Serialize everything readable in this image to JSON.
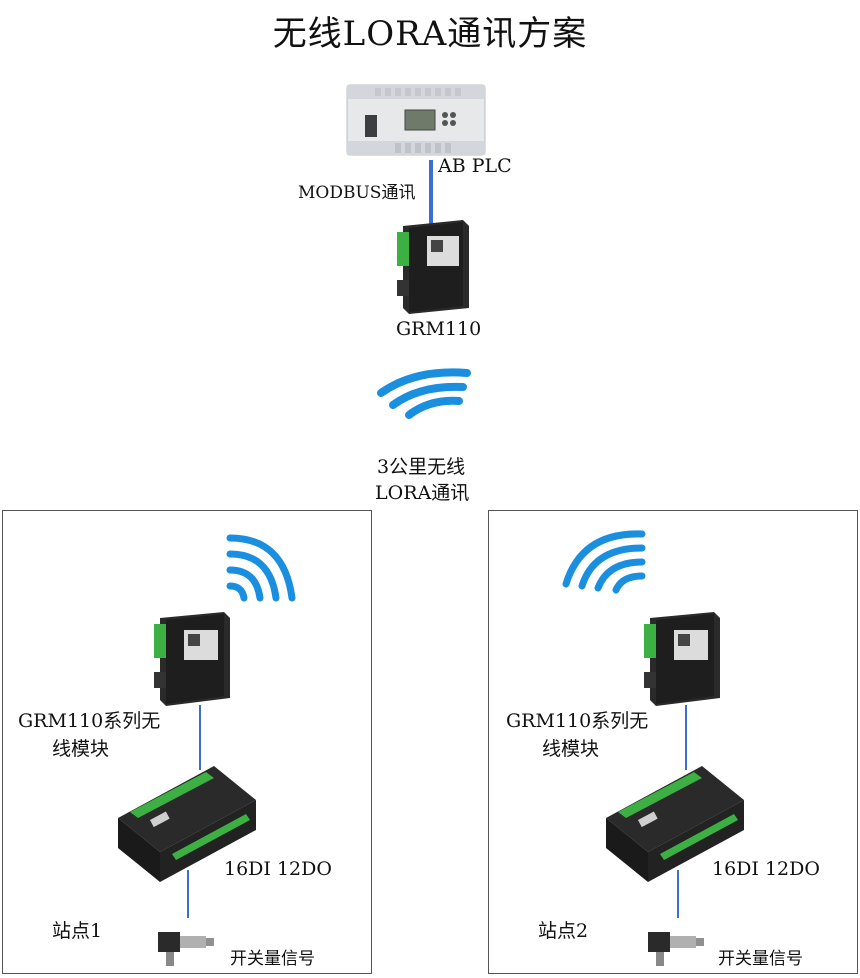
{
  "title": "无线LORA通讯方案",
  "plc": {
    "label": "AB  PLC",
    "link_label": "MODBUS通讯"
  },
  "gateway": {
    "label": "GRM110"
  },
  "wireless": {
    "line1": "3公里无线",
    "line2": "LORA通讯"
  },
  "stations": [
    {
      "name": "站点1",
      "module_label_line1": "GRM110系列无",
      "module_label_line2": "线模块",
      "io_label": "16DI  12DO",
      "sensor_label": "开关量信号"
    },
    {
      "name": "站点2",
      "module_label_line1": "GRM110系列无",
      "module_label_line2": "线模块",
      "io_label": "16DI  12DO",
      "sensor_label": "开关量信号"
    }
  ],
  "colors": {
    "wifi": "#1a8fe0",
    "link": "#3a6fd0",
    "device": "#2a2a2a",
    "terminal": "#3cb043"
  }
}
